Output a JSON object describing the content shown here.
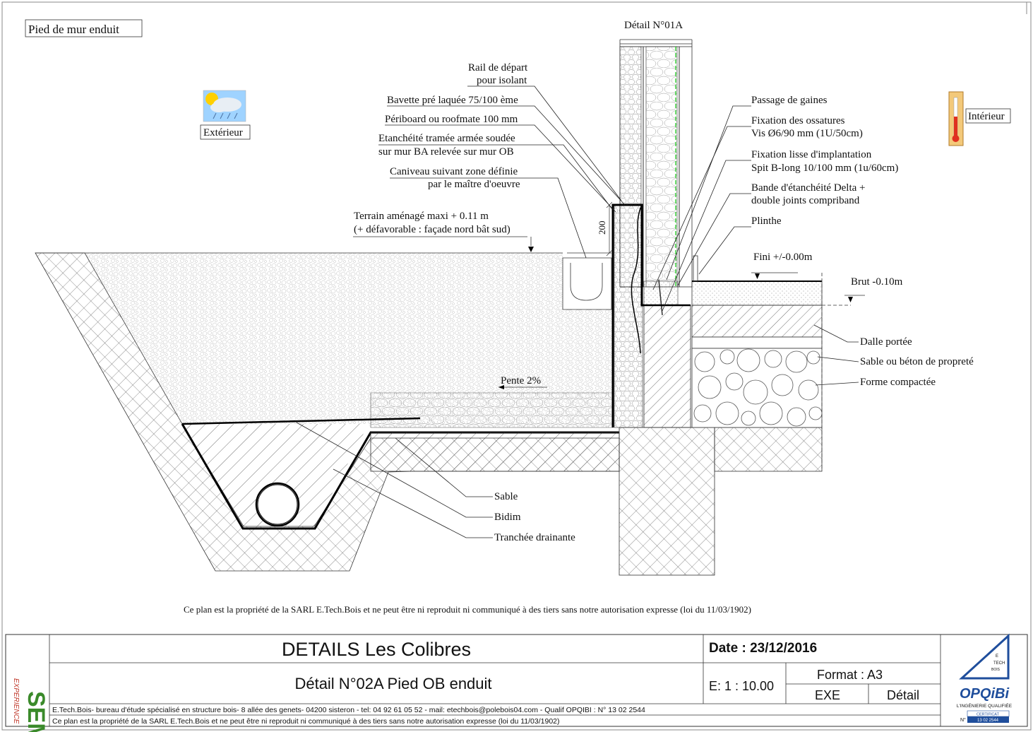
{
  "drawing": {
    "title_box": "Pied de mur enduit",
    "exterior_label": "Extérieur",
    "interior_label": "Intérieur",
    "detail_ref": "Détail N°01A",
    "dimension_200": "200",
    "slope": "Pente 2%",
    "level_finished": "Fini +/-0.00m",
    "level_raw": "Brut -0.10m",
    "terrain_line1": "Terrain aménagé maxi + 0.11 m",
    "terrain_line2": "(+ défavorable : façade nord bât sud)",
    "callouts_left": [
      {
        "line1": "Rail de départ",
        "line2": "pour isolant"
      },
      {
        "line1": "Bavette pré laquée 75/100 ème",
        "line2": ""
      },
      {
        "line1": "Périboard ou roofmate 100 mm",
        "line2": ""
      },
      {
        "line1": "Etanchéité tramée armée soudée",
        "line2": "sur mur BA relevée sur mur OB"
      },
      {
        "line1": "Caniveau suivant zone définie",
        "line2": "par le maître d'oeuvre"
      }
    ],
    "callouts_right": [
      {
        "line1": "Passage de gaines",
        "line2": ""
      },
      {
        "line1": "Fixation des ossatures",
        "line2": "Vis Ø6/90 mm (1U/50cm)"
      },
      {
        "line1": "Fixation lisse d'implantation",
        "line2": "Spit B-long 10/100 mm (1u/60cm)"
      },
      {
        "line1": "Bande d'étanchéité Delta +",
        "line2": "double joints compriband"
      },
      {
        "line1": "Plinthe",
        "line2": ""
      }
    ],
    "callouts_floor": [
      "Dalle portée",
      "Sable ou béton de propreté",
      "Forme compactée"
    ],
    "callouts_bottom": [
      "Sable",
      "Bidim",
      "Tranchée drainante"
    ],
    "property_notice": "Ce plan est la propriété de la SARL E.Tech.Bois et ne peut être ni reproduit ni communiqué à des tiers sans notre autorisation expresse (loi du 11/03/1902)"
  },
  "cartouche": {
    "logo_text": "SEMA",
    "logo_subtext": "EXPERIENCE",
    "project": "DETAILS Les Colibres",
    "detail_name": "Détail N°02A Pied OB enduit",
    "date": "Date : 23/12/2016",
    "scale": "E: 1 : 10.00",
    "format": "Format : A3",
    "phase": "EXE",
    "type": "Détail",
    "footer1": "E.Tech.Bois- bureau d'étude spécialisé en structure bois- 8 allée des genets- 04200 sisteron - tel: 04 92 61 05 52 - mail: etechbois@polebois04.com - Qualif OPQIBI : N° 13 02 2544",
    "footer2": "Ce plan est la propriété de la SARL E.Tech.Bois et ne peut être ni reproduit ni communiqué à des tiers sans notre autorisation expresse (loi du 11/03/1902)",
    "opqibi_small1": "E",
    "opqibi_small2": "TECH",
    "opqibi_small3": "BOIS",
    "opqibi_brand": "OPQiBi",
    "opqibi_tagline": "L'INGÉNIERIE QUALIFIÉE",
    "opqibi_cert": "CERTIFICAT",
    "opqibi_number": "13 02 2544",
    "opqibi_n": "N°"
  },
  "colors": {
    "green_line": "#22cc22",
    "logo_green": "#3a8a2a",
    "logo_red": "#c0392b",
    "opqibi_blue": "#1f4e9c"
  }
}
